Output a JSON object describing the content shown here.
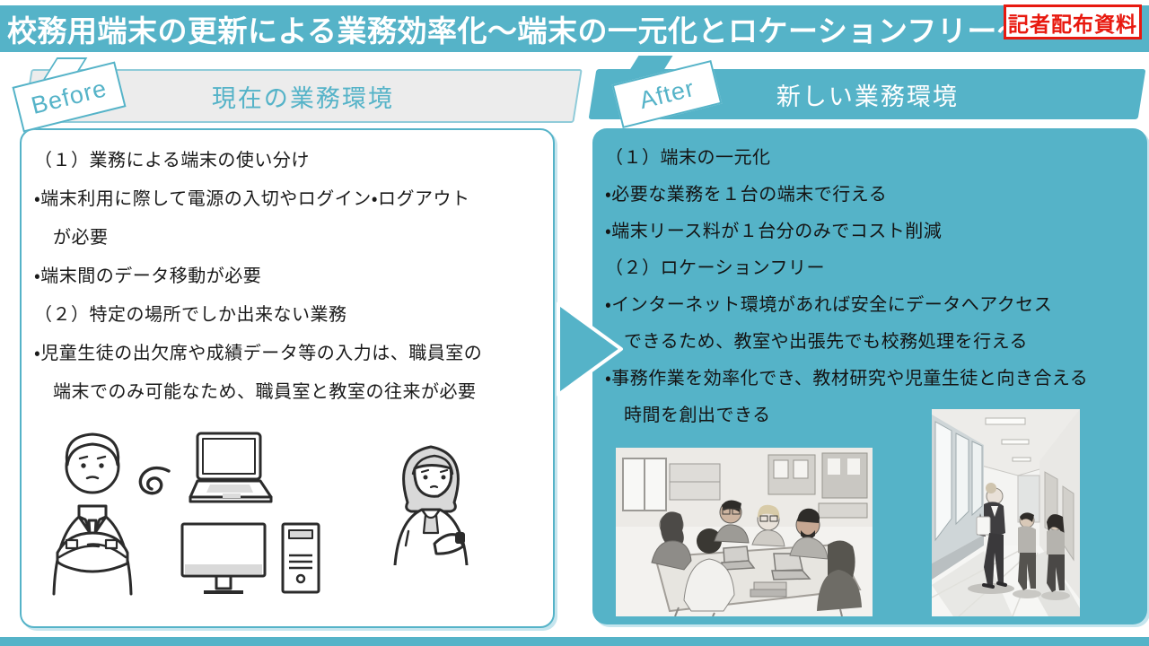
{
  "slide": {
    "title": "校務用端末の更新による業務効率化～端末の一元化とロケーションフリー～",
    "badge": "記者配布資料"
  },
  "before": {
    "tag": "Before",
    "heading": "現在の業務環境",
    "lines": [
      "（１）業務による端末の使い分け",
      "・端末利用に際して電源の入切やログイン・ログアウト",
      "が必要",
      "・端末間のデータ移動が必要",
      "（２）特定の場所でしか出来ない業務",
      "・児童生徒の出欠席や成績データ等の入力は、職員室の",
      "端末でのみ可能なため、職員室と教室の往来が必要"
    ],
    "illustrations": [
      "frustrated-man",
      "annoyance-swirl",
      "laptop",
      "desktop-monitor",
      "pc-tower",
      "woman-checking-watch"
    ]
  },
  "after": {
    "tag": "After",
    "heading": "新しい業務環境",
    "lines": [
      "（１）端末の一元化",
      "・必要な業務を１台の端末で行える",
      "・端末リース料が１台分のみでコスト削減",
      "（２）ロケーションフリー",
      "・インターネット環境があれば安全にデータへアクセス",
      "できるため、教室や出張先でも校務処理を行える",
      "・事務作業を効率化でき、教材研究や児童生徒と向き合える",
      "時間を創出できる"
    ],
    "images": [
      "teachers-collaborating-with-laptops",
      "teacher-walking-with-students-in-school-hallway"
    ]
  },
  "colors": {
    "teal": "#55b3c8",
    "badge_red": "#e8190f",
    "band_gray": "#ececec",
    "text_dark": "#1a1a1a",
    "shadow_teal": "#c5e5ee"
  }
}
